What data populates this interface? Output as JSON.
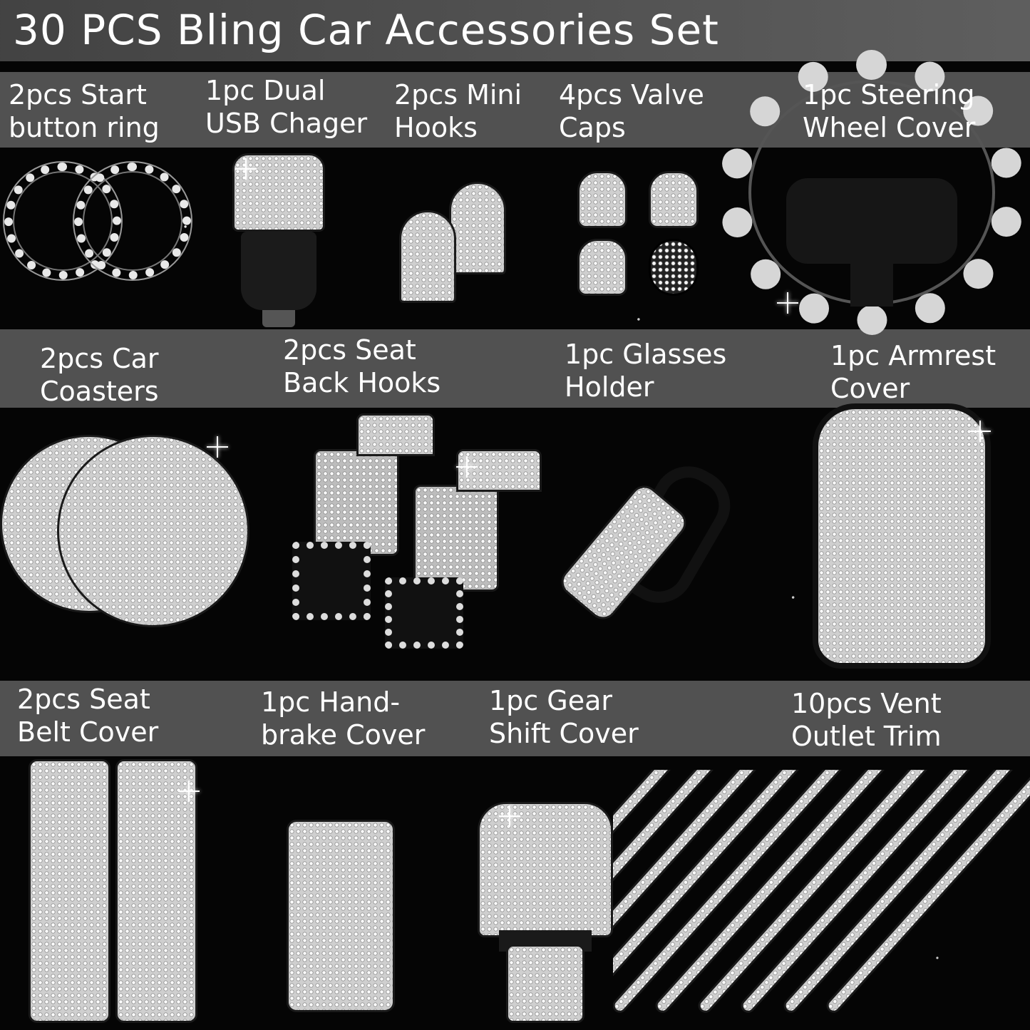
{
  "title": "30 PCS Bling Car Accessories Set",
  "items": [
    {
      "line1": "2pcs Start",
      "line2": "button ring"
    },
    {
      "line1": "1pc Dual",
      "line2": "USB Chager"
    },
    {
      "line1": "2pcs Mini",
      "line2": "Hooks"
    },
    {
      "line1": "4pcs Valve",
      "line2": "Caps"
    },
    {
      "line1": "1pc Steering",
      "line2": "Wheel Cover"
    },
    {
      "line1": "2pcs Car",
      "line2": "Coasters"
    },
    {
      "line1": "2pcs Seat",
      "line2": "Back Hooks"
    },
    {
      "line1": "1pc Glasses",
      "line2": "Holder"
    },
    {
      "line1": "1pc Armrest",
      "line2": "Cover"
    },
    {
      "line1": "2pcs Seat",
      "line2": "Belt Cover"
    },
    {
      "line1": "1pc Hand-",
      "line2": "brake Cover"
    },
    {
      "line1": "1pc Gear",
      "line2": "Shift Cover"
    },
    {
      "line1": "10pcs Vent",
      "line2": "Outlet Trim"
    }
  ],
  "colors": {
    "background": "#050505",
    "band": "#585858",
    "text": "#ffffff",
    "rhinestone": "#cfcfcf"
  }
}
